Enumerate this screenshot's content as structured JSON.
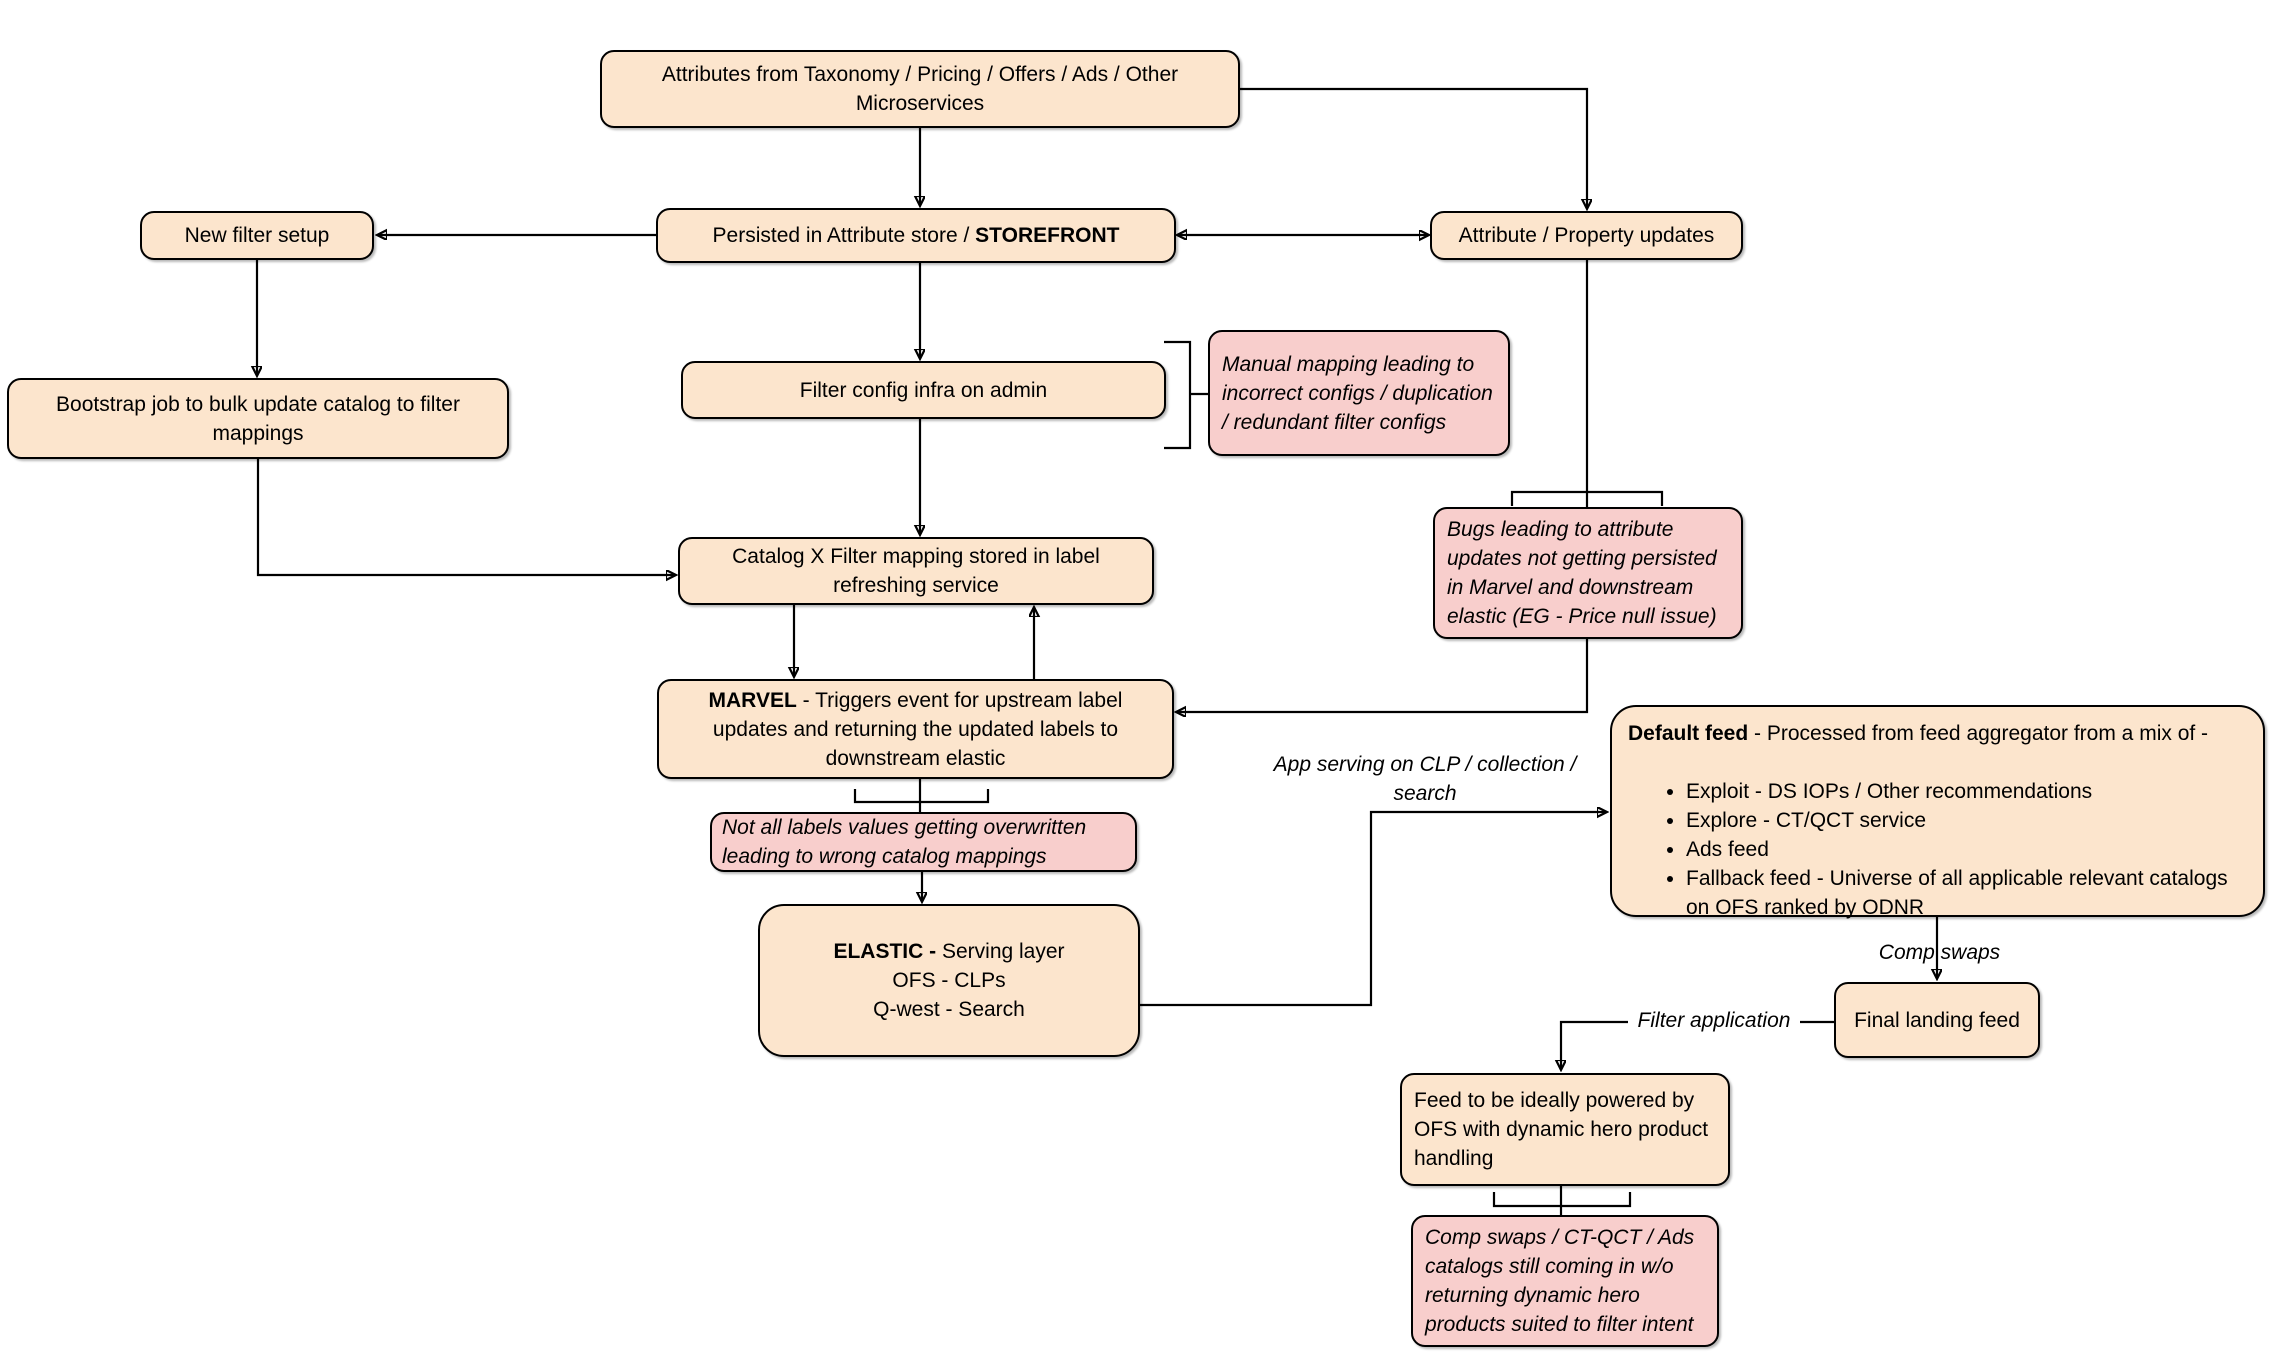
{
  "canvas": {
    "background": "#FFFFFF"
  },
  "colors": {
    "process_fill": "#FCE5CD",
    "issue_fill": "#F8CECC",
    "stroke": "#000000",
    "text": "#000000"
  },
  "nodes": {
    "attributes_source": {
      "text": "Attributes from Taxonomy / Pricing / Offers / Ads / Other Microservices"
    },
    "persisted": {
      "text_prefix": "Persisted in Attribute store / ",
      "text_bold": "STOREFRONT"
    },
    "new_filter_setup": {
      "text": "New filter setup"
    },
    "attribute_property_updates": {
      "text": "Attribute / Property updates"
    },
    "bootstrap_job": {
      "text": "Bootstrap job to bulk update catalog to filter mappings"
    },
    "filter_config_admin": {
      "text": "Filter config infra on admin"
    },
    "catalog_filter_mapping": {
      "text": "Catalog X Filter mapping stored in label refreshing service"
    },
    "marvel": {
      "text_bold": "MARVEL",
      "text_rest": " - Triggers event for upstream label updates and returning the updated labels to downstream elastic"
    },
    "elastic": {
      "line1_bold": "ELASTIC -",
      "line1_rest": " Serving layer",
      "line2": "OFS - CLPs",
      "line3": "Q-west - Search"
    },
    "default_feed": {
      "title_bold": "Default feed",
      "title_rest": " - Processed from feed aggregator from a mix of -",
      "bullets": [
        "Exploit - DS IOPs / Other recommendations",
        "Explore - CT/QCT service",
        "Ads feed",
        "Fallback feed - Universe of all applicable relevant catalogs on OFS ranked by ODNR"
      ]
    },
    "final_landing_feed": {
      "text": "Final landing feed"
    },
    "feed_ideal": {
      "text": "Feed to be ideally powered by OFS with dynamic hero product handling"
    }
  },
  "issues": {
    "manual_mapping": {
      "text": "Manual mapping leading to incorrect configs / duplication / redundant filter configs"
    },
    "bugs_attribute_updates": {
      "text": "Bugs leading to attribute updates not getting persisted in Marvel and downstream elastic (EG - Price null issue)"
    },
    "labels_overwritten": {
      "text": "Not all labels values getting overwritten leading to wrong catalog mappings"
    },
    "comp_swaps_issue": {
      "text": "Comp swaps / CT-QCT / Ads catalogs still coming in w/o returning dynamic hero products suited to filter intent"
    }
  },
  "edge_labels": {
    "app_serving": "App serving on CLP / collection / search",
    "comp_swaps": "Comp swaps",
    "filter_application": "Filter application"
  }
}
